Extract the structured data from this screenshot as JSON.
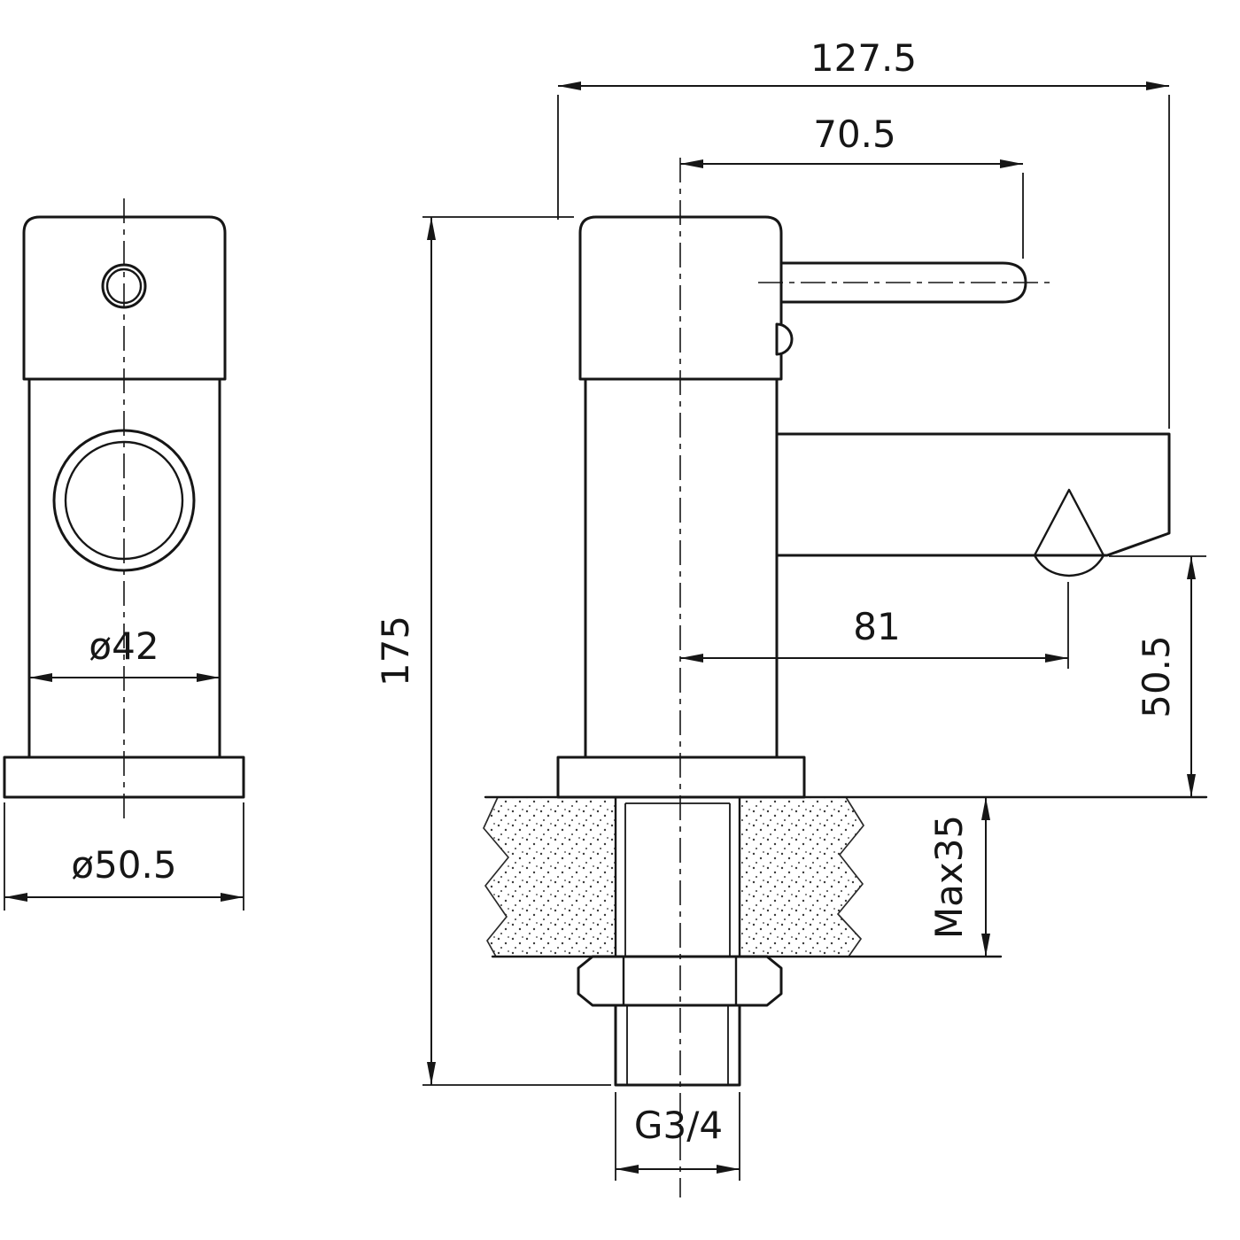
{
  "page": {
    "background": "#ffffff",
    "line_color": "#161616"
  },
  "front_view": {
    "body_diameter": "ø42",
    "base_diameter": "ø50.5"
  },
  "side_view": {
    "overall_width": "127.5",
    "handle_reach": "70.5",
    "spout_reach": "81",
    "total_height": "175",
    "spout_height": "50.5",
    "max_mounting_thickness": "Max35",
    "thread_size": "G3/4"
  }
}
